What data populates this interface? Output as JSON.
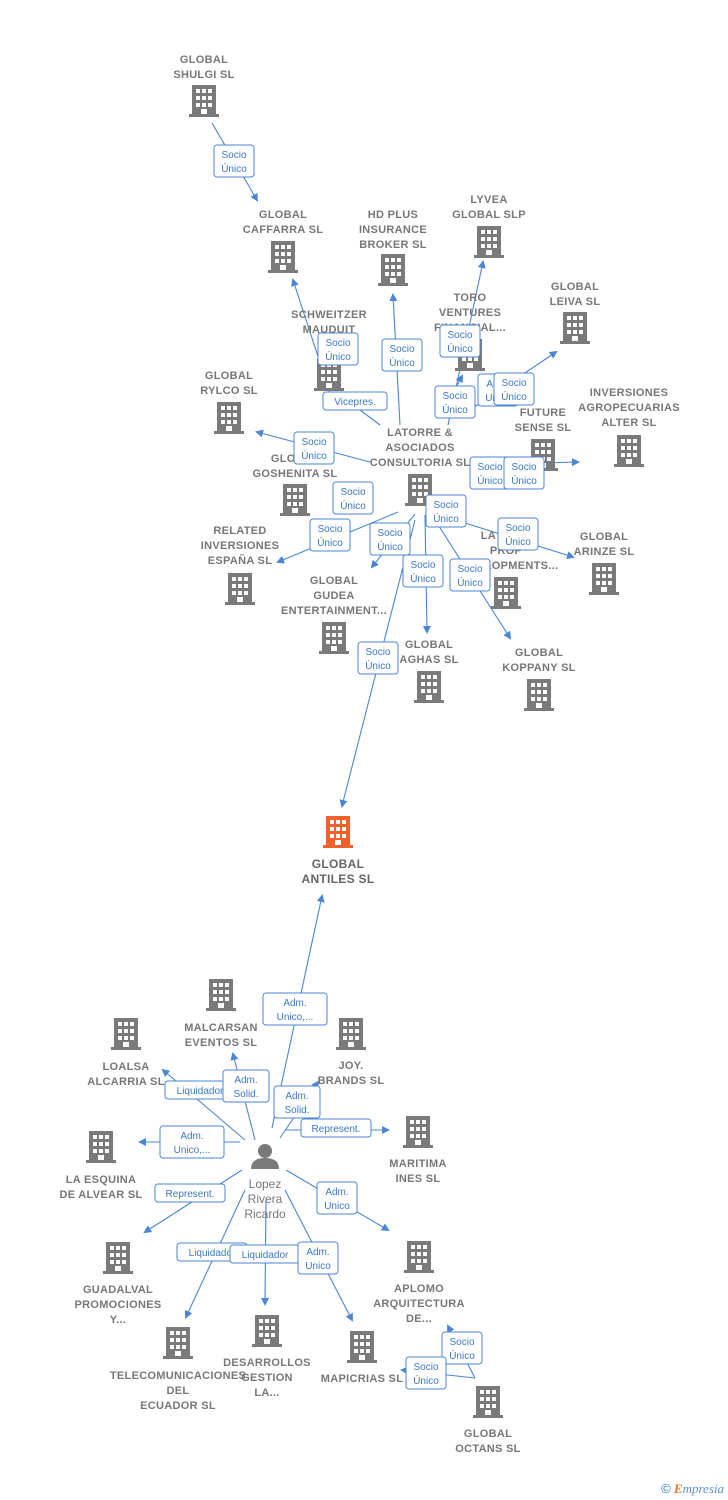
{
  "colors": {
    "building": "#7a7a7a",
    "main_building": "#f0622d",
    "edge": "#4a86d4",
    "label_text": "#3b78c8"
  },
  "footer": {
    "copyright": "©",
    "brand_initial": "E",
    "brand_rest": "mpresia"
  },
  "nodes": [
    {
      "id": "shulgi",
      "lines": [
        "GLOBAL",
        "SHULGI SL"
      ]
    },
    {
      "id": "caffarra",
      "lines": [
        "GLOBAL",
        "CAFFARRA SL"
      ]
    },
    {
      "id": "hdplus",
      "lines": [
        "HD PLUS",
        "INSURANCE",
        "BROKER SL"
      ]
    },
    {
      "id": "lyvea",
      "lines": [
        "LYVEA",
        "GLOBAL SLP"
      ]
    },
    {
      "id": "toro",
      "lines": [
        "TORO",
        "VENTURES",
        "FINANCIAL..."
      ]
    },
    {
      "id": "leiva",
      "lines": [
        "GLOBAL",
        "LEIVA SL"
      ]
    },
    {
      "id": "schweitzer",
      "lines": [
        "SCHWEITZER",
        "MAUDUIT",
        "SP..."
      ]
    },
    {
      "id": "rylco",
      "lines": [
        "GLOBAL",
        "RYLCO SL"
      ]
    },
    {
      "id": "inversionesagro",
      "lines": [
        "INVERSIONES",
        "AGROPECUARIAS",
        "ALTER SL"
      ]
    },
    {
      "id": "future",
      "lines": [
        "FUTURE",
        "SENSE SL"
      ]
    },
    {
      "id": "latorre",
      "lines": [
        "LATORRE &",
        "ASOCIADOS",
        "CONSULTORIA SL"
      ]
    },
    {
      "id": "goshenita",
      "lines": [
        "GLOBAL",
        "GOSHENITA SL"
      ]
    },
    {
      "id": "related",
      "lines": [
        "RELATED",
        "INVERSIONES",
        "ESPAÑA SL"
      ]
    },
    {
      "id": "lacasa",
      "lines": [
        "LA CASA",
        "PROP",
        "DEVELOPMENTS..."
      ]
    },
    {
      "id": "arinze",
      "lines": [
        "GLOBAL",
        "ARINZE SL"
      ]
    },
    {
      "id": "gudea",
      "lines": [
        "GLOBAL",
        "GUDEA",
        "ENTERTAINMENT..."
      ]
    },
    {
      "id": "aghas",
      "lines": [
        "GLOBAL",
        "AGHAS SL"
      ]
    },
    {
      "id": "koppany",
      "lines": [
        "GLOBAL",
        "KOPPANY SL"
      ]
    },
    {
      "id": "antiles",
      "lines": [
        "GLOBAL",
        "ANTILES SL"
      ]
    },
    {
      "id": "malcarsan",
      "lines": [
        "MALCARSAN",
        "EVENTOS SL"
      ]
    },
    {
      "id": "loalsa",
      "lines": [
        "LOALSA",
        "ALCARRIA SL"
      ]
    },
    {
      "id": "joy",
      "lines": [
        "JOY.",
        "BRANDS SL"
      ]
    },
    {
      "id": "maritima",
      "lines": [
        "MARITIMA",
        "INES SL"
      ]
    },
    {
      "id": "esquina",
      "lines": [
        "LA ESQUINA",
        "DE ALVEAR SL"
      ]
    },
    {
      "id": "guadalval",
      "lines": [
        "GUADALVAL",
        "PROMOCIONES",
        "Y..."
      ]
    },
    {
      "id": "aplomo",
      "lines": [
        "APLOMO",
        "ARQUITECTURA",
        "DE..."
      ]
    },
    {
      "id": "telecom",
      "lines": [
        "TELECOMUNICACIONES",
        "DEL",
        "ECUADOR SL"
      ]
    },
    {
      "id": "desarrollos",
      "lines": [
        "DESARROLLOS",
        "GESTION",
        "LA..."
      ]
    },
    {
      "id": "mapicrias",
      "lines": [
        "MAPICRIAS SL"
      ]
    },
    {
      "id": "octans",
      "lines": [
        "GLOBAL",
        "OCTANS SL"
      ]
    },
    {
      "id": "person",
      "lines": [
        "Lopez",
        "Rivera",
        "Ricardo"
      ]
    }
  ],
  "edge_labels": [
    {
      "id": "l1",
      "lines": [
        "Socio",
        "Único"
      ]
    },
    {
      "id": "l2",
      "lines": [
        "Socio",
        "Único"
      ]
    },
    {
      "id": "l3",
      "lines": [
        "Socio",
        "Único"
      ]
    },
    {
      "id": "l4",
      "lines": [
        "Socio",
        "Único"
      ]
    },
    {
      "id": "l5",
      "lines": [
        "Adm.",
        "Unico"
      ]
    },
    {
      "id": "l6",
      "lines": [
        "Socio",
        "Único"
      ]
    },
    {
      "id": "l7",
      "lines": [
        "Vicepres."
      ]
    },
    {
      "id": "l8",
      "lines": [
        "Socio",
        "Único"
      ]
    },
    {
      "id": "l9",
      "lines": [
        "Socio",
        "Único"
      ]
    },
    {
      "id": "l10",
      "lines": [
        "Socio",
        "Único"
      ]
    },
    {
      "id": "l11",
      "lines": [
        "Socio",
        "Único"
      ]
    },
    {
      "id": "l12",
      "lines": [
        "Socio",
        "Único"
      ]
    },
    {
      "id": "l13",
      "lines": [
        "Socio",
        "Único"
      ]
    },
    {
      "id": "l14",
      "lines": [
        "Socio",
        "Único"
      ]
    },
    {
      "id": "l15",
      "lines": [
        "Socio",
        "Único"
      ]
    },
    {
      "id": "l16",
      "lines": [
        "Socio",
        "Único"
      ]
    },
    {
      "id": "l17",
      "lines": [
        "Socio",
        "Único"
      ]
    },
    {
      "id": "l18",
      "lines": [
        "Socio",
        "Único"
      ]
    },
    {
      "id": "l19",
      "lines": [
        "Socio",
        "Único"
      ]
    },
    {
      "id": "l20",
      "lines": [
        "Adm.",
        "Unico,..."
      ]
    },
    {
      "id": "l21",
      "lines": [
        "Liquidador"
      ]
    },
    {
      "id": "l22",
      "lines": [
        "Adm.",
        "Solid."
      ]
    },
    {
      "id": "l23",
      "lines": [
        "Adm.",
        "Solid."
      ]
    },
    {
      "id": "l24",
      "lines": [
        "Represent."
      ]
    },
    {
      "id": "l25",
      "lines": [
        "Adm.",
        "Unico,..."
      ]
    },
    {
      "id": "l26",
      "lines": [
        "Represent."
      ]
    },
    {
      "id": "l27",
      "lines": [
        "Adm.",
        "Unico"
      ]
    },
    {
      "id": "l28",
      "lines": [
        "Liquidador"
      ]
    },
    {
      "id": "l29",
      "lines": [
        "Liquidador"
      ]
    },
    {
      "id": "l30",
      "lines": [
        "Adm.",
        "Unico"
      ]
    },
    {
      "id": "l31",
      "lines": [
        "Socio",
        "Único"
      ]
    },
    {
      "id": "l32",
      "lines": [
        "Socio",
        "Único"
      ]
    },
    {
      "id": "l33",
      "lines": [
        "Socio",
        "Único"
      ]
    }
  ]
}
